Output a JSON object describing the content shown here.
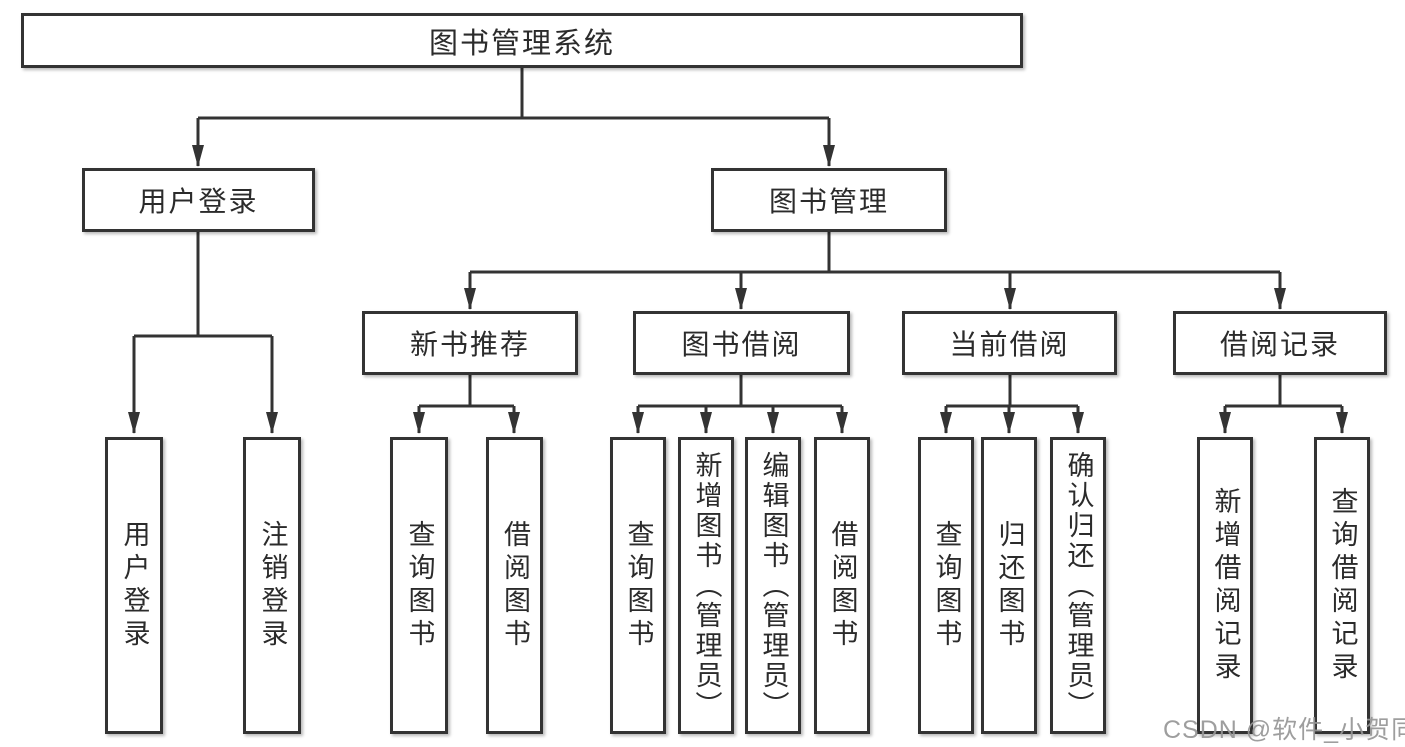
{
  "tree": {
    "root": {
      "label": "图书管理系统"
    },
    "branches": [
      {
        "label": "用户登录"
      },
      {
        "label": "图书管理"
      }
    ],
    "modules": [
      {
        "label": "新书推荐",
        "parent": "图书管理"
      },
      {
        "label": "图书借阅",
        "parent": "图书管理"
      },
      {
        "label": "当前借阅",
        "parent": "图书管理"
      },
      {
        "label": "借阅记录",
        "parent": "图书管理"
      }
    ],
    "leaves": [
      {
        "label": "用户登录",
        "parent": "用户登录"
      },
      {
        "label": "注销登录",
        "parent": "用户登录"
      },
      {
        "label": "查询图书",
        "parent": "新书推荐"
      },
      {
        "label": "借阅图书",
        "parent": "新书推荐"
      },
      {
        "label": "查询图书",
        "parent": "图书借阅"
      },
      {
        "label": "新增图书（管理员）",
        "parent": "图书借阅"
      },
      {
        "label": "编辑图书（管理员）",
        "parent": "图书借阅"
      },
      {
        "label": "借阅图书",
        "parent": "图书借阅"
      },
      {
        "label": "查询图书",
        "parent": "当前借阅"
      },
      {
        "label": "归还图书",
        "parent": "当前借阅"
      },
      {
        "label": "确认归还（管理员）",
        "parent": "当前借阅"
      },
      {
        "label": "新增借阅记录",
        "parent": "借阅记录"
      },
      {
        "label": "查询借阅记录",
        "parent": "借阅记录"
      }
    ]
  },
  "watermark": "CSDN @软件_小贺同学",
  "colors": {
    "line": "#333333",
    "border": "#333333",
    "background": "#ffffff",
    "watermark": "#969696"
  }
}
